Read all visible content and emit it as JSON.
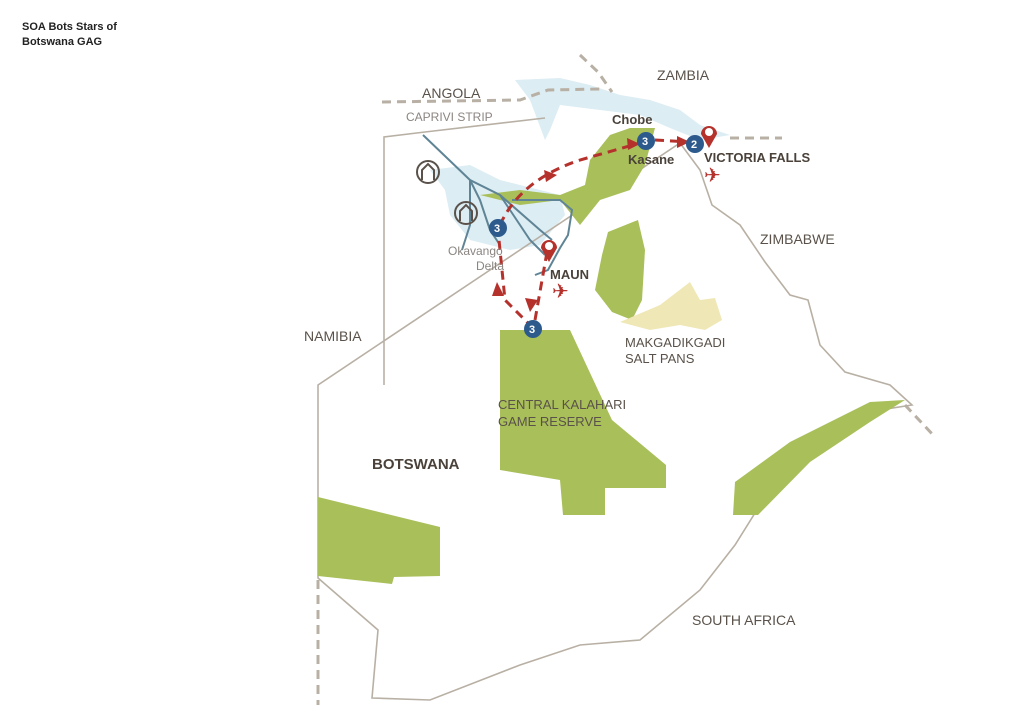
{
  "title": "SOA Bots Stars of Botswana GAG",
  "colors": {
    "park": "#a9bf5a",
    "water": "#dcedf3",
    "river": "#5f8496",
    "border": "#b8b0a4",
    "route": "#b5312c",
    "stop": "#2d5a8c",
    "salt": "#efe7b6"
  },
  "labels": {
    "angola": "ANGOLA",
    "zambia": "ZAMBIA",
    "caprivi": "CAPRIVI STRIP",
    "namibia": "NAMIBIA",
    "zimbabwe": "ZIMBABWE",
    "south_africa": "SOUTH AFRICA",
    "botswana": "BOTSWANA",
    "okavango_1": "Okavango",
    "okavango_2": "Delta",
    "makgadikgadi_1": "MAKGADIKGADI",
    "makgadikgadi_2": "SALT PANS",
    "ckgr_1": "CENTRAL KALAHARI",
    "ckgr_2": "GAME RESERVE",
    "chobe": "Chobe",
    "kasane": "Kasane",
    "maun": "MAUN",
    "victoria_falls": "VICTORIA FALLS"
  },
  "stops": {
    "chobe": "3",
    "okavango": "3",
    "kalahari": "3",
    "victoria_falls": "2"
  }
}
